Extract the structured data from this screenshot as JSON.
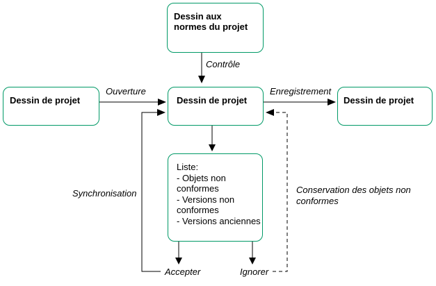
{
  "diagram": {
    "colors": {
      "box_border": "#009966",
      "line": "#000000",
      "text": "#000000",
      "background": "#ffffff"
    },
    "boxes": {
      "standards": {
        "lines": [
          "Dessin aux",
          "normes du projet"
        ]
      },
      "source": {
        "label": "Dessin de projet"
      },
      "working": {
        "label": "Dessin de projet"
      },
      "saved": {
        "label": "Dessin de projet"
      },
      "list": {
        "lines": [
          "Liste:",
          "- Objets non",
          "conformes",
          "- Versions non",
          "conformes",
          "- Versions anciennes"
        ]
      }
    },
    "labels": {
      "controle": "Contrôle",
      "ouverture": "Ouverture",
      "enregistrement": "Enregistrement",
      "synchronisation": "Synchronisation",
      "conservation": {
        "lines": [
          "Conservation des objets non",
          "conformes"
        ]
      },
      "accepter": "Accepter",
      "ignorer": "Ignorer"
    }
  }
}
